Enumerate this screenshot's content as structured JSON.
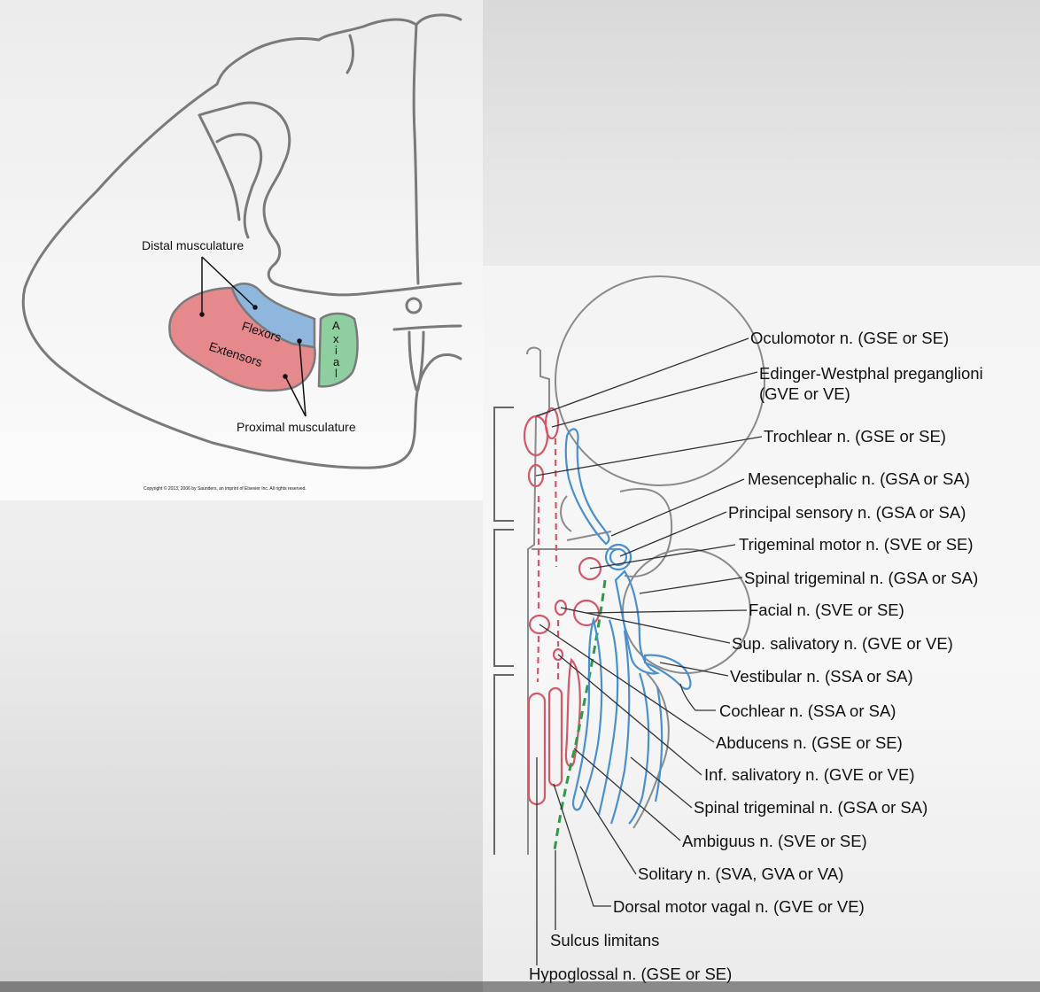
{
  "top_figure": {
    "labels": {
      "distal": "Distal musculature",
      "flexors": "Flexors",
      "extensors": "Extensors",
      "axial": [
        "A",
        "x",
        "i",
        "a",
        "l"
      ],
      "proximal": "Proximal musculature"
    },
    "copyright": "Copyright © 2013, 2006 by Saunders, an imprint of Elsevier Inc. All rights reserved.",
    "colors": {
      "flexors": "#8fb6dc",
      "extensors": "#e5898d",
      "axial": "#8fcf9f",
      "outline": "#7a7a7a"
    }
  },
  "nuclei_figure": {
    "labels": [
      {
        "text": "Oculomotor n. (GSE or SE)"
      },
      {
        "text": "Edinger-Westphal preganglioni"
      },
      {
        "text": "(GVE or VE)"
      },
      {
        "text": "Trochlear n. (GSE or SE)"
      },
      {
        "text": "Mesencephalic n. (GSA or SA)"
      },
      {
        "text": "Principal sensory n. (GSA or SA)"
      },
      {
        "text": "Trigeminal motor n. (SVE or SE)"
      },
      {
        "text": "Spinal trigeminal n. (GSA or SA)"
      },
      {
        "text": "Facial n. (SVE or SE)"
      },
      {
        "text": "Sup. salivatory n. (GVE or VE)"
      },
      {
        "text": "Vestibular n. (SSA or SA)"
      },
      {
        "text": "Cochlear n. (SSA or SA)"
      },
      {
        "text": "Abducens n. (GSE or SE)"
      },
      {
        "text": "Inf. salivatory n. (GVE or VE)"
      },
      {
        "text": "Spinal trigeminal n. (GSA or SA)"
      },
      {
        "text": "Ambiguus n. (SVE or SE)"
      },
      {
        "text": "Solitary n. (SVA, GVA or VA)"
      },
      {
        "text": "Dorsal motor vagal n. (GVE or VE)"
      },
      {
        "text": "Sulcus limitans"
      },
      {
        "text": "Hypoglossal n. (GSE or SE)"
      }
    ],
    "colors": {
      "motor": "#d2586a",
      "sensory": "#4a90cf",
      "sulcus": "#2f9a48",
      "outline": "#8a8a8a"
    }
  }
}
